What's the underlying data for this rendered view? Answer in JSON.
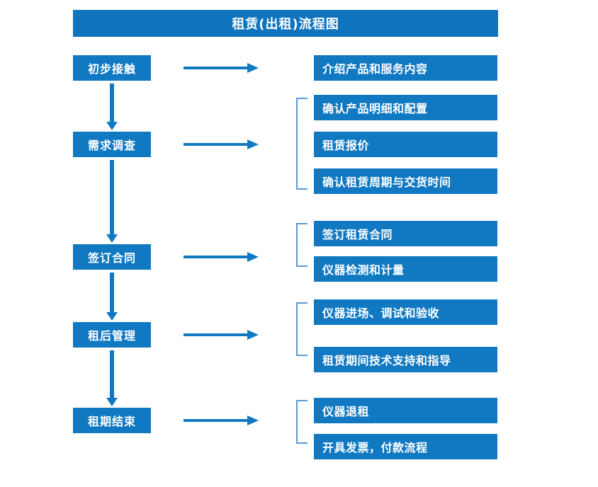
{
  "diagram": {
    "title": "租赁(出租)流程图",
    "colors": {
      "title_bar": "#0E74BE",
      "box_fill": "#1179C2",
      "box_text": "#FFFFFF",
      "arrow": "#1179C2",
      "bracket": "#5B9BD5",
      "background": "#FFFFFF"
    },
    "stages": [
      {
        "id": "stage-1",
        "label": "初步接触"
      },
      {
        "id": "stage-2",
        "label": "需求调查"
      },
      {
        "id": "stage-3",
        "label": "签订合同"
      },
      {
        "id": "stage-4",
        "label": "租后管理"
      },
      {
        "id": "stage-5",
        "label": "租期结束"
      }
    ],
    "detail_groups": [
      {
        "stage": "初步接触",
        "bracketed": false,
        "items": [
          {
            "label": "介绍产品和服务内容"
          }
        ]
      },
      {
        "stage": "需求调查",
        "bracketed": true,
        "items": [
          {
            "label": "确认产品明细和配置"
          },
          {
            "label": "租赁报价"
          },
          {
            "label": "确认租赁周期与交货时间"
          }
        ]
      },
      {
        "stage": "签订合同",
        "bracketed": true,
        "items": [
          {
            "label": "签订租赁合同"
          },
          {
            "label": "仪器检测和计量"
          }
        ]
      },
      {
        "stage": "租后管理",
        "bracketed": true,
        "items": [
          {
            "label": "仪器进场、调试和验收"
          },
          {
            "label": "租赁期间技术支持和指导"
          }
        ]
      },
      {
        "stage": "租期结束",
        "bracketed": true,
        "items": [
          {
            "label": "仪器退租"
          },
          {
            "label": "开具发票，付款流程"
          }
        ]
      }
    ],
    "connectors": {
      "right_arrow_icon": "arrow-right-icon",
      "down_arrow_icon": "arrow-down-icon",
      "bracket_icon": "group-bracket-icon"
    }
  }
}
